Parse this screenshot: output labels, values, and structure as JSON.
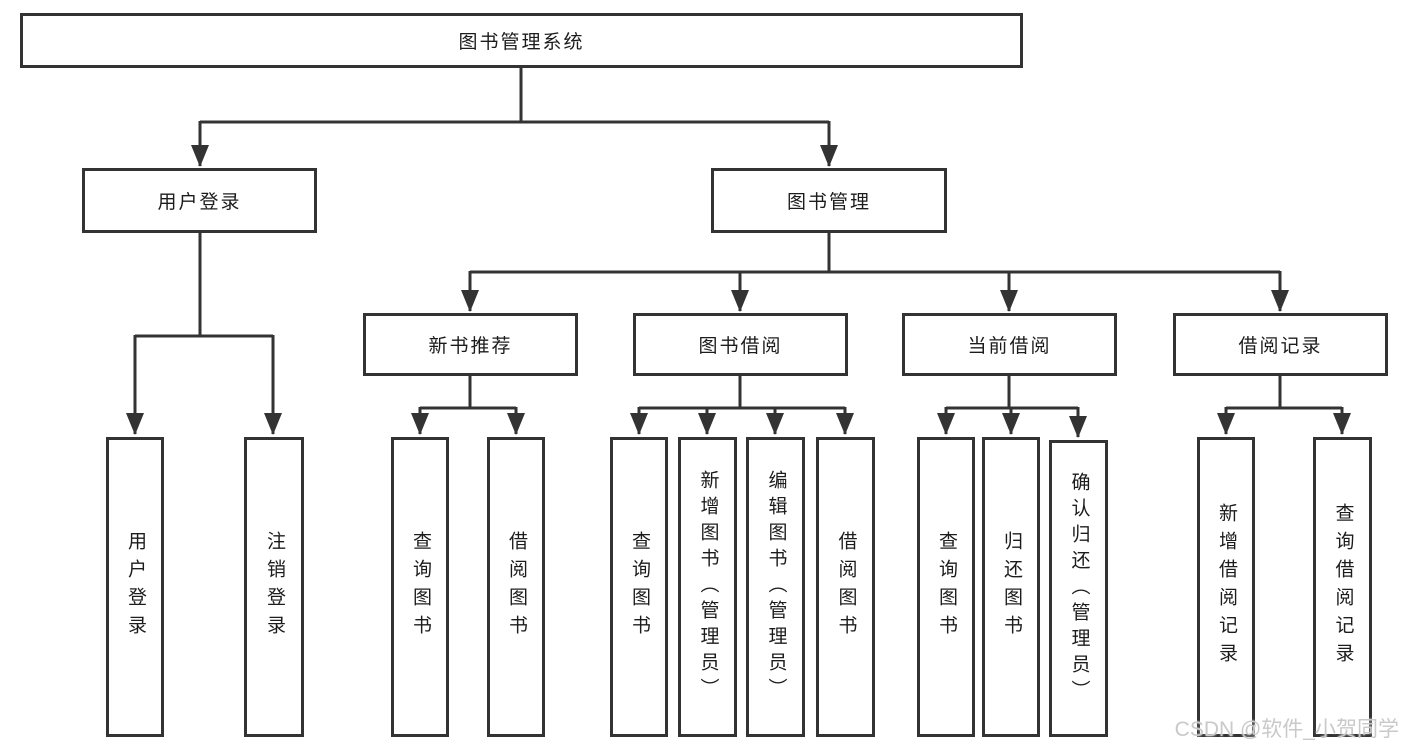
{
  "diagram": {
    "title": "图书管理系统",
    "branches": [
      {
        "label": "用户登录",
        "children": [
          "用户登录",
          "注销登录"
        ]
      },
      {
        "label": "图书管理",
        "children": [
          {
            "label": "新书推荐",
            "children": [
              "查询图书",
              "借阅图书"
            ]
          },
          {
            "label": "图书借阅",
            "children": [
              "查询图书",
              "新增图书（管理员）",
              "编辑图书（管理员）",
              "借阅图书"
            ]
          },
          {
            "label": "当前借阅",
            "children": [
              "查询图书",
              "归还图书",
              "确认归还（管理员）"
            ]
          },
          {
            "label": "借阅记录",
            "children": [
              "新增借阅记录",
              "查询借阅记录"
            ]
          }
        ]
      }
    ]
  },
  "watermark": "CSDN @软件_小贺同学",
  "colors": {
    "line": "#333333",
    "box_border": "#333333",
    "text": "#1c1c1c",
    "watermark": "#c9c9c9",
    "background": "#ffffff"
  }
}
